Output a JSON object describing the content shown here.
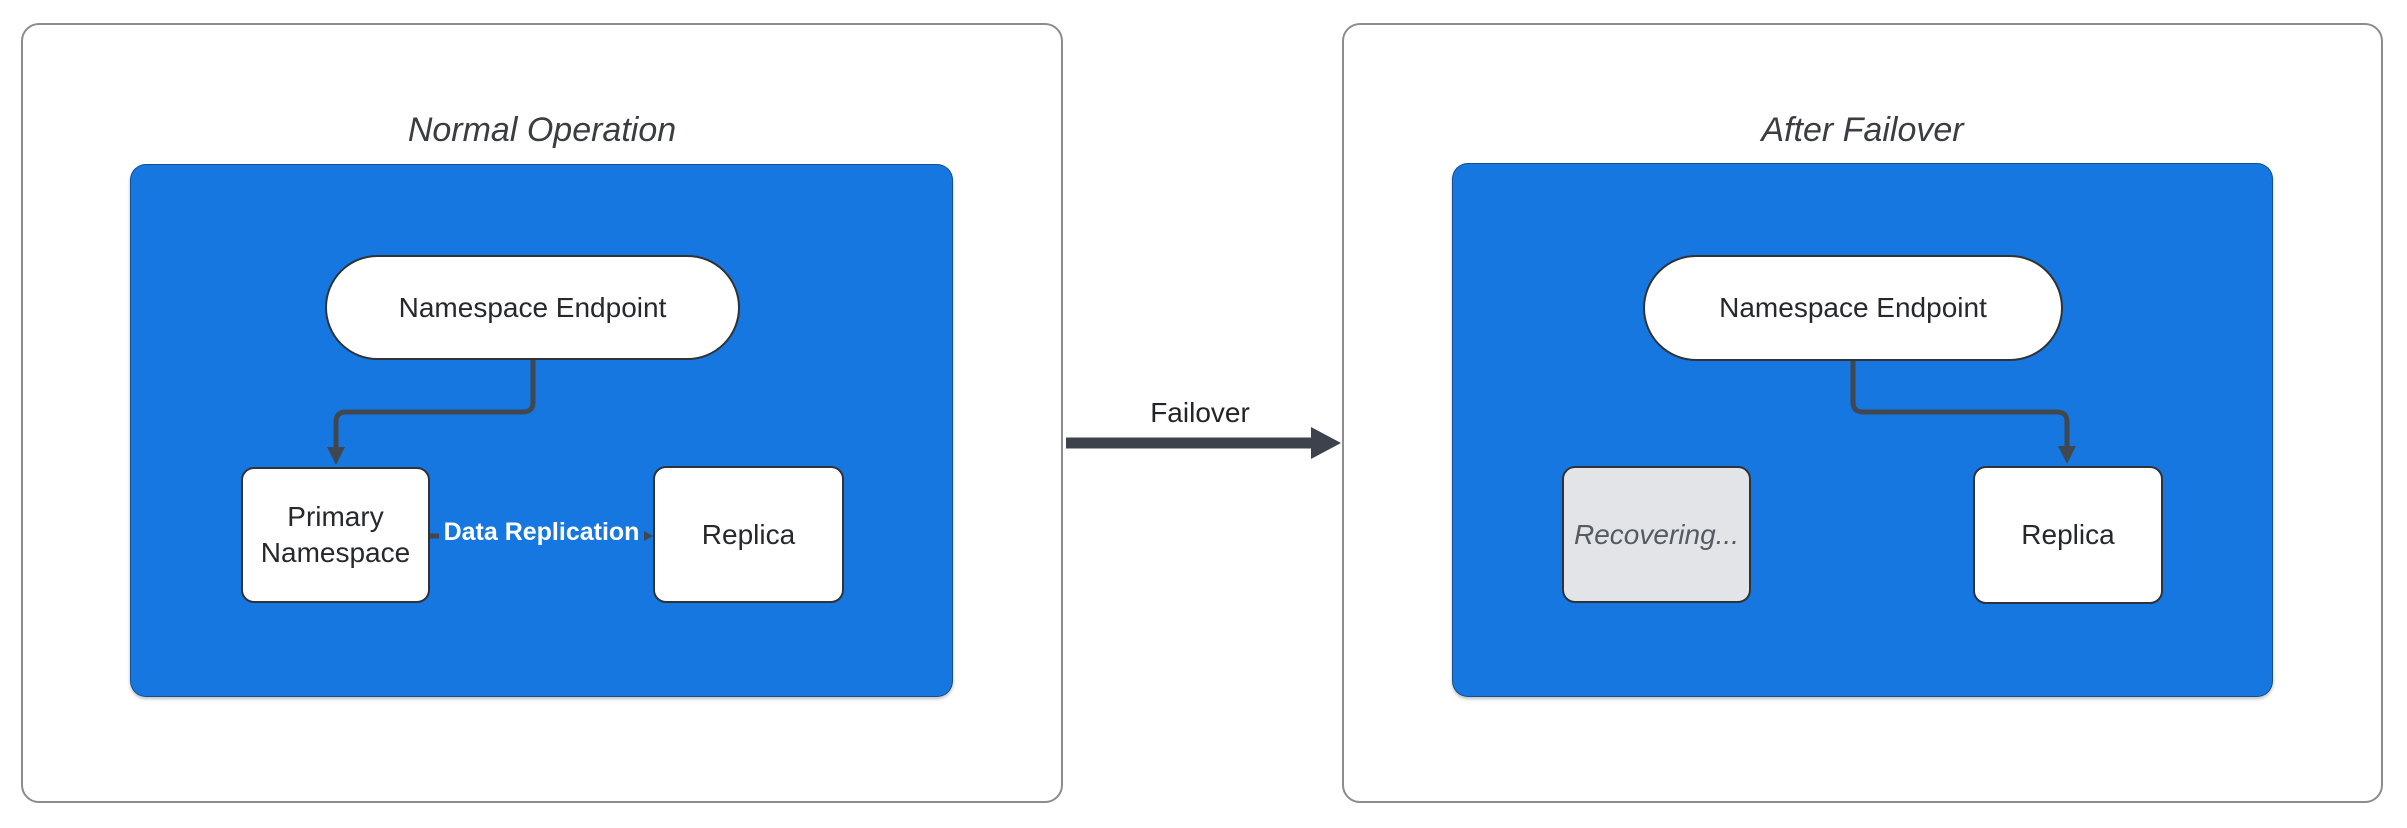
{
  "left_panel": {
    "title": "Normal Operation",
    "endpoint_label": "Namespace Endpoint",
    "primary_label": "Primary Namespace",
    "replica_label": "Replica",
    "replication_arrow_label": "Data Replication"
  },
  "right_panel": {
    "title": "After Failover",
    "endpoint_label": "Namespace Endpoint",
    "recovering_label": "Recovering...",
    "replica_label": "Replica"
  },
  "failover_arrow_label": "Failover",
  "colors": {
    "container_fill": "#1677E0",
    "node_fill": "#FFFFFF",
    "node_border": "#2F3337",
    "arrow": "#40474F",
    "failover_arrow": "#3C434C",
    "recovering_fill": "#E2E4E7",
    "recovering_text": "#555B63",
    "panel_border": "#8C8C8C",
    "title_text": "#3A3D42",
    "replication_label_text": "#FFFFFF",
    "node_text": "#26282B"
  }
}
